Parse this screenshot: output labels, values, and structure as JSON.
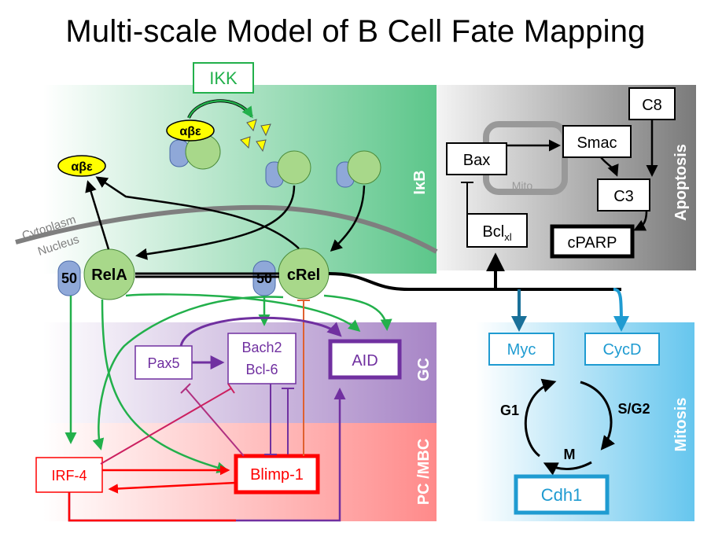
{
  "title": "Multi-scale Model of B Cell Fate Mapping",
  "regions": {
    "ikb": "IκB",
    "apoptosis": "Apoptosis",
    "gc": "GC",
    "pc_mbc": "PC /MBC",
    "mitosis": "Mitosis",
    "cytoplasm": "Cytoplasm",
    "nucleus": "Nucleus",
    "mito": "Mito"
  },
  "nodes": {
    "ikk": "IKK",
    "abe_top": "αβε",
    "abe_left": "αβε",
    "p50_a": "50",
    "rela": "RelA",
    "p50_c": "50",
    "crel": "cRel",
    "bax": "Bax",
    "bcl_main": "Bcl",
    "bcl_sub": "xl",
    "smac": "Smac",
    "c8": "C8",
    "c3": "C3",
    "cparp": "cPARP",
    "pax5": "Pax5",
    "bach2": "Bach2",
    "bcl6": "Bcl-6",
    "aid": "AID",
    "irf4": "IRF-4",
    "blimp1": "Blimp-1",
    "myc": "Myc",
    "cycd": "CycD",
    "cdh1": "Cdh1",
    "g1": "G1",
    "sg2": "S/G2",
    "m": "M"
  },
  "colors": {
    "green": "#22b04b",
    "purple": "#7030a0",
    "red": "#ff0000",
    "blue": "#1f9bd1",
    "teal": "#1a7099",
    "gray_dark": "#555555",
    "node_green": "#a8d88a",
    "node_blue": "#8fa8d8",
    "yellow": "#ffff00"
  }
}
